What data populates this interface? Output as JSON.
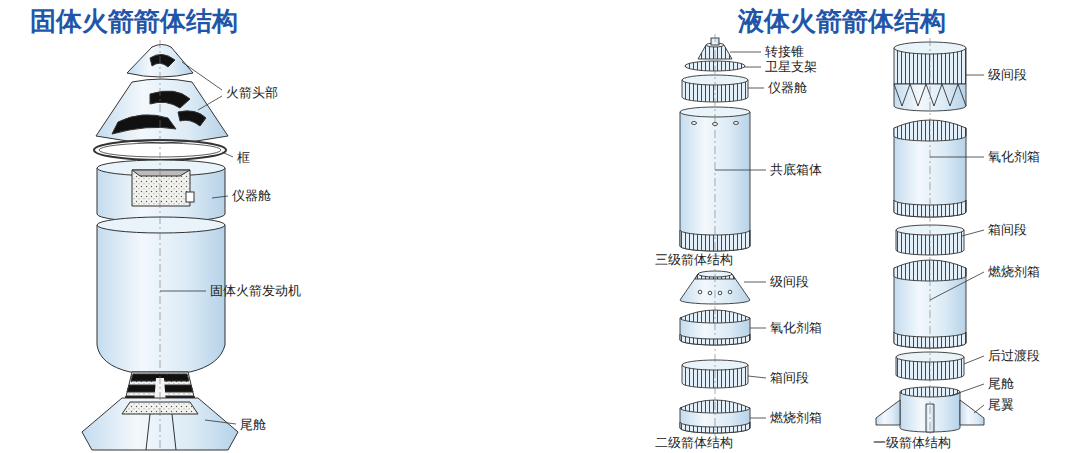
{
  "diagram": {
    "labels": [
      "固体火箭箭体结构",
      "液体火箭箭体结构",
      "火箭头部",
      "框",
      "仪器舱",
      "固体火箭发动机",
      "尾舱",
      "转接锥",
      "卫星支架",
      "仪器舱",
      "共底箱体",
      "三级箭体结构",
      "级间段",
      "氧化剂箱",
      "箱间段",
      "燃烧剂箱",
      "二级箭体结构",
      "级间段",
      "氧化剂箱",
      "箱间段",
      "燃烧剂箱",
      "后过渡段",
      "尾舱",
      "尾翼",
      "一级箭体结构"
    ]
  }
}
